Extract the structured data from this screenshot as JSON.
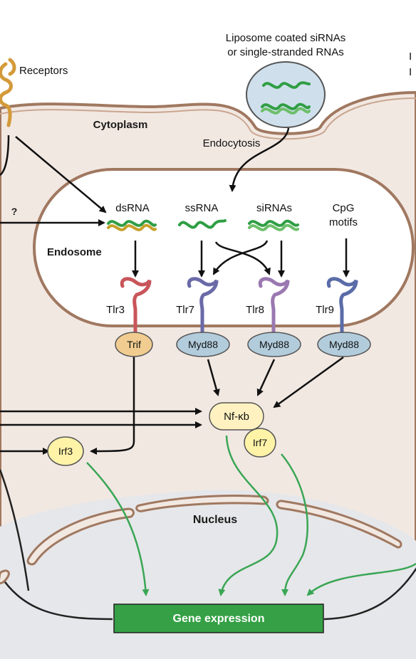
{
  "labels": {
    "receptors": "Receptors",
    "liposome_line1": "Liposome coated siRNAs",
    "liposome_line2": "or single-stranded RNAs",
    "cytoplasm": "Cytoplasm",
    "endocytosis": "Endocytosis",
    "endosome": "Endosome",
    "nucleus": "Nucleus",
    "question": "?",
    "edge_mark_1": "I",
    "edge_mark_2": "I"
  },
  "ligands": {
    "dsrna": "dsRNA",
    "ssrna": "ssRNA",
    "sirnas": "siRNAs",
    "cpg_line1": "CpG",
    "cpg_line2": "motifs"
  },
  "tlrs": {
    "tlr3": "Tlr3",
    "tlr7": "Tlr7",
    "tlr8": "Tlr8",
    "tlr9": "Tlr9"
  },
  "adaptors": {
    "trif": "Trif",
    "myd88_a": "Myd88",
    "myd88_b": "Myd88",
    "myd88_c": "Myd88"
  },
  "factors": {
    "nfkb": "Nf-κb",
    "irf7": "Irf7",
    "irf3": "Irf3"
  },
  "gene_expression": "Gene expression",
  "colors": {
    "cytoplasm": "#f2e8e2",
    "membrane": "#a07860",
    "endosome_fill": "#ffffff",
    "gene_box": "#35a045",
    "trif": "#f0cc90",
    "myd88": "#b2ccdc",
    "tf_yellow": "#fff3a8",
    "nfkb": "#fff2c0",
    "green_arrow": "#3aa655",
    "tlr3": "#c8555a",
    "tlr7": "#6a6aa8",
    "tlr8": "#9a78b0",
    "tlr9": "#5a6ca8",
    "receptor": "#d49a3a",
    "liposome": "#cfe0ec"
  }
}
